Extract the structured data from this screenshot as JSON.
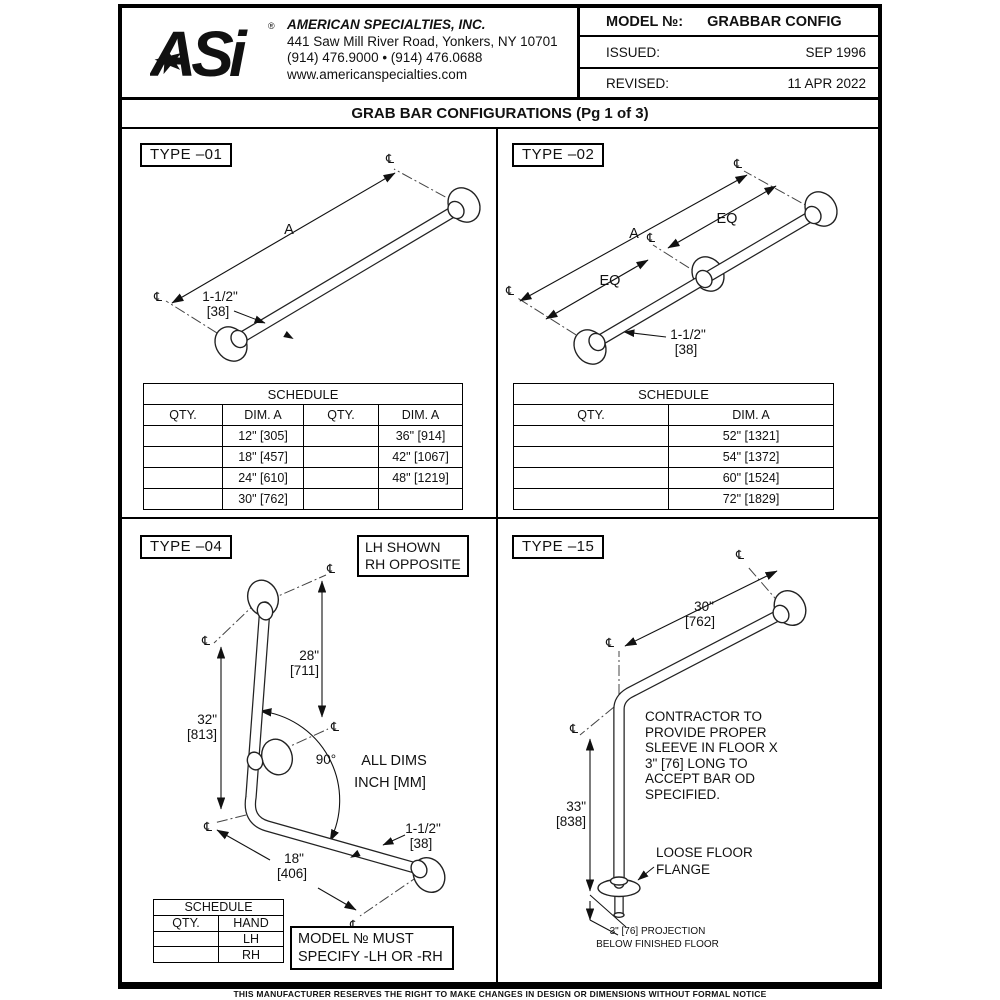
{
  "header": {
    "logo_text": "ASi",
    "logo_star": "★",
    "logo_reg": "®",
    "company_name": "AMERICAN SPECIALTIES, INC.",
    "address": "441 Saw Mill River Road, Yonkers, NY 10701",
    "phone": "(914) 476.9000 • (914) 476.0688",
    "website": "www.americanspecialties.com",
    "model_label": "MODEL №:",
    "model_value": "GRABBAR CONFIG",
    "issued_label": "ISSUED:",
    "issued_value": "SEP 1996",
    "revised_label": "REVISED:",
    "revised_value": "11 APR 2022"
  },
  "title": "GRAB BAR CONFIGURATIONS (Pg 1 of 3)",
  "footer": "THIS MANUFACTURER RESERVES THE RIGHT TO MAKE CHANGES IN DESIGN OR DIMENSIONS WITHOUT FORMAL NOTICE",
  "colors": {
    "logo_red": "#d6202f",
    "line_black": "#000000"
  },
  "sym": {
    "cl": "℄"
  },
  "type01": {
    "label": "TYPE –01",
    "dim_a": "A",
    "offset_in": "1-1/2\"",
    "offset_mm": "[38]",
    "schedule": {
      "title": "SCHEDULE",
      "headers": [
        "QTY.",
        "DIM. A",
        "QTY.",
        "DIM. A"
      ],
      "rows": [
        [
          "",
          "12\" [305]",
          "",
          "36\" [914]"
        ],
        [
          "",
          "18\" [457]",
          "",
          "42\" [1067]"
        ],
        [
          "",
          "24\" [610]",
          "",
          "48\" [1219]"
        ],
        [
          "",
          "30\" [762]",
          "",
          ""
        ]
      ]
    }
  },
  "type02": {
    "label": "TYPE –02",
    "dim_a": "A",
    "eq": "EQ",
    "offset_in": "1-1/2\"",
    "offset_mm": "[38]",
    "schedule": {
      "title": "SCHEDULE",
      "headers": [
        "QTY.",
        "DIM. A"
      ],
      "rows": [
        [
          "",
          "52\" [1321]"
        ],
        [
          "",
          "54\" [1372]"
        ],
        [
          "",
          "60\" [1524]"
        ],
        [
          "",
          "72\" [1829]"
        ]
      ]
    }
  },
  "type04": {
    "label": "TYPE –04",
    "hand_note": [
      "LH SHOWN",
      "RH OPPOSITE"
    ],
    "dim_28_in": "28\"",
    "dim_28_mm": "[711]",
    "dim_32_in": "32\"",
    "dim_32_mm": "[813]",
    "dim_18_in": "18\"",
    "dim_18_mm": "[406]",
    "angle": "90°",
    "dims_note": [
      "ALL DIMS",
      "INCH [MM]"
    ],
    "offset_in": "1-1/2\"",
    "offset_mm": "[38]",
    "schedule": {
      "title": "SCHEDULE",
      "headers": [
        "QTY.",
        "HAND"
      ],
      "rows": [
        [
          "",
          "LH"
        ],
        [
          "",
          "RH"
        ]
      ]
    },
    "model_note": [
      "MODEL № MUST",
      "SPECIFY -LH OR -RH"
    ]
  },
  "type15": {
    "label": "TYPE –15",
    "dim_30_in": "30\"",
    "dim_30_mm": "[762]",
    "dim_33_in": "33\"",
    "dim_33_mm": "[838]",
    "contractor_note": [
      "CONTRACTOR TO",
      "PROVIDE PROPER",
      "SLEEVE IN FLOOR X",
      "3\" [76] LONG TO",
      "ACCEPT BAR OD",
      "SPECIFIED."
    ],
    "flange_note": [
      "LOOSE FLOOR",
      "FLANGE"
    ],
    "projection_note": [
      "3\" [76] PROJECTION",
      "BELOW FINISHED FLOOR"
    ]
  }
}
